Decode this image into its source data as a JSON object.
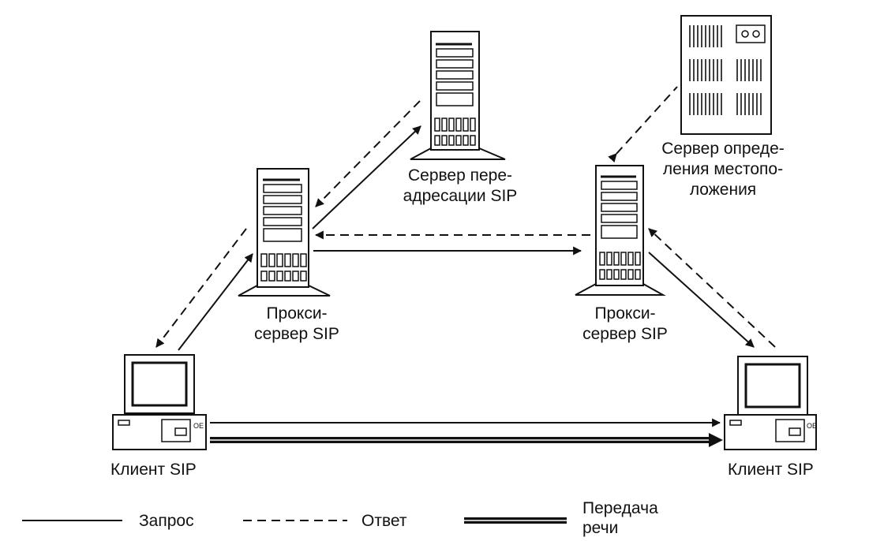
{
  "nodes": {
    "redirect_server": {
      "label_lines": [
        "Сервер пере-",
        "адресации SIP"
      ]
    },
    "location_server": {
      "label_lines": [
        "Сервер опреде-",
        "ления местопо-",
        "ложения"
      ]
    },
    "proxy_left": {
      "label_lines": [
        "Прокси-",
        "сервер SIP"
      ]
    },
    "proxy_right": {
      "label_lines": [
        "Прокси-",
        "сервер SIP"
      ]
    },
    "client_left": {
      "label": "Клиент SIP"
    },
    "client_right": {
      "label": "Клиент SIP"
    }
  },
  "legend": {
    "request": "Запрос",
    "response": "Ответ",
    "voice_lines": [
      "Передача",
      "речи"
    ]
  }
}
